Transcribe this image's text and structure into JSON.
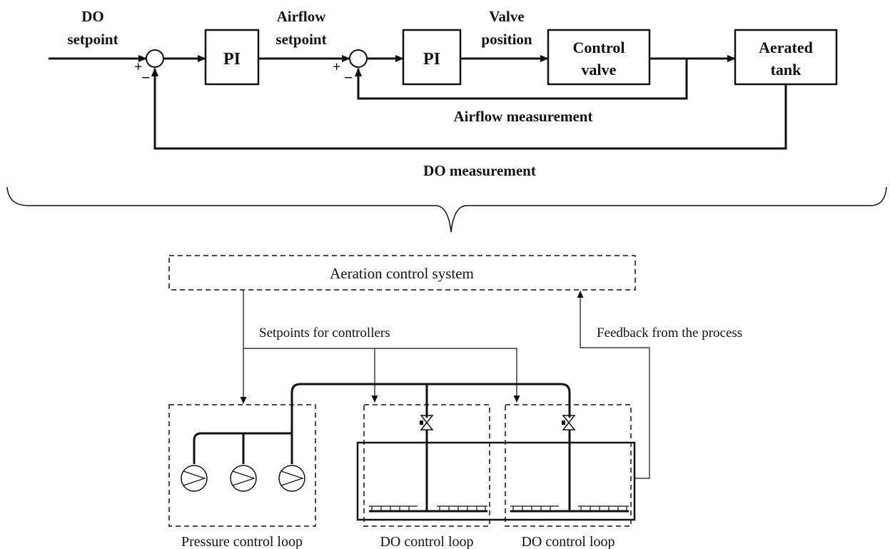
{
  "block_diagram": {
    "do_setpoint_line1": "DO",
    "do_setpoint_line2": "setpoint",
    "airflow_setpoint_line1": "Airflow",
    "airflow_setpoint_line2": "setpoint",
    "valve_position_line1": "Valve",
    "valve_position_line2": "position",
    "pi_outer": "PI",
    "pi_inner": "PI",
    "control_valve_line1": "Control",
    "control_valve_line2": "valve",
    "aerated_tank_line1": "Aerated",
    "aerated_tank_line2": "tank",
    "plus_sign": "+",
    "minus_sign": "−",
    "airflow_measurement": "Airflow measurement",
    "do_measurement": "DO measurement"
  },
  "schematic": {
    "aeration_control_system": "Aeration control system",
    "setpoints_for_controllers": "Setpoints for controllers",
    "feedback_from_process": "Feedback from the process",
    "pressure_control_loop": "Pressure control loop",
    "do_control_loop_1": "DO control loop",
    "do_control_loop_2": "DO control loop"
  }
}
